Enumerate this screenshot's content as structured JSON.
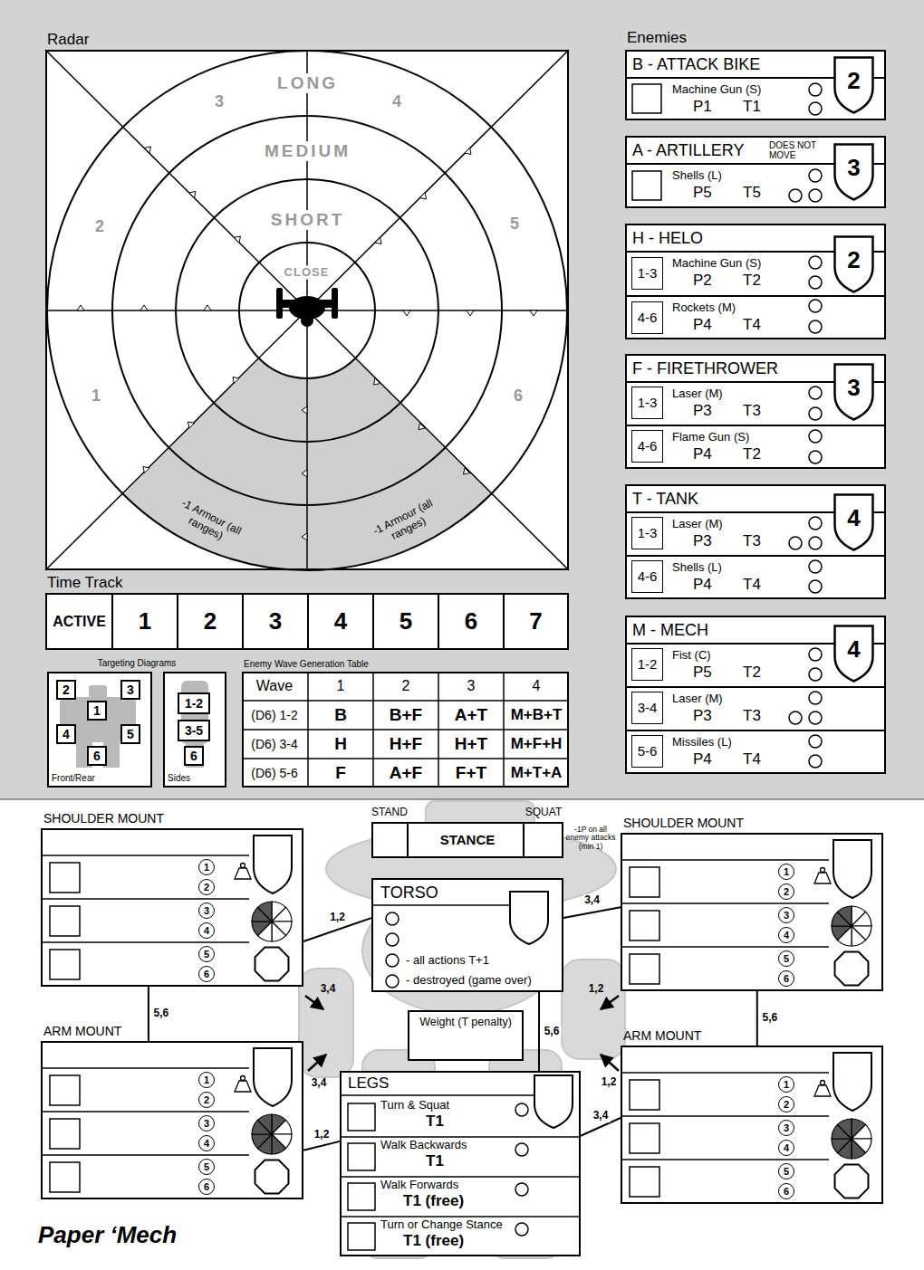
{
  "diagram": {
    "title": "Paper ‘Mech",
    "nodes": [
      {
        "text": [
          "Radar"
        ]
      },
      {
        "text": [
          "Time Track"
        ]
      },
      {
        "text": [
          "ACTIVE"
        ],
        "in": 1
      },
      {
        "text": [
          "1"
        ],
        "in": 1
      },
      {
        "text": [
          "2"
        ],
        "in": 1
      },
      {
        "text": [
          "3"
        ],
        "in": 1
      },
      {
        "text": [
          "4"
        ],
        "in": 1
      },
      {
        "text": [
          "5"
        ],
        "in": 1
      },
      {
        "text": [
          "6"
        ],
        "in": 1
      },
      {
        "text": [
          "7"
        ],
        "in": 1
      },
      {
        "text": [
          "Front/Rear"
        ]
      },
      {
        "text": [
          "2"
        ],
        "in": 10
      },
      {
        "text": [
          "3"
        ],
        "in": 10
      },
      {
        "text": [
          "1"
        ],
        "in": 10
      },
      {
        "text": [
          "4"
        ],
        "in": 10
      },
      {
        "text": [
          "5"
        ],
        "in": 10
      },
      {
        "text": [
          "6"
        ],
        "in": 10
      },
      {
        "text": [
          "Sides"
        ]
      },
      {
        "text": [
          "1-2"
        ],
        "in": 17
      },
      {
        "text": [
          "3-5"
        ],
        "in": 17
      },
      {
        "text": [
          "6"
        ],
        "in": 17
      },
      {
        "text": [
          "Enemy Wave Generation Table"
        ]
      },
      {
        "text": [
          "B - ATTACK BIKE"
        ]
      },
      {
        "text": [
          "2"
        ],
        "in": 22
      },
      {
        "text": [
          "Machine Gun (S)",
          "P1",
          "T1"
        ],
        "in": 22
      },
      {
        "text": [
          "A - ARTILLERY",
          "DOES NOT MOVE"
        ]
      },
      {
        "text": [
          "3"
        ],
        "in": 25
      },
      {
        "text": [
          "Shells (L)",
          "P5",
          "T5"
        ],
        "in": 25
      },
      {
        "text": [
          "H - HELO"
        ]
      },
      {
        "text": [
          "2"
        ],
        "in": 28
      },
      {
        "text": [
          "Machine Gun (S)",
          "P2",
          "T2"
        ],
        "in": 28
      },
      {
        "text": [
          "1-3"
        ],
        "in": 30
      },
      {
        "text": [
          "Rockets (M)",
          "P4",
          "T4"
        ],
        "in": 28
      },
      {
        "text": [
          "4-6"
        ],
        "in": 32
      },
      {
        "text": [
          "F - FIRETHROWER"
        ]
      },
      {
        "text": [
          "3"
        ],
        "in": 34
      },
      {
        "text": [
          "Laser (M)",
          "P3",
          "T3"
        ],
        "in": 34
      },
      {
        "text": [
          "1-3"
        ],
        "in": 36
      },
      {
        "text": [
          "Flame Gun (S)",
          "P4",
          "T2"
        ],
        "in": 34
      },
      {
        "text": [
          "4-6"
        ],
        "in": 38
      },
      {
        "text": [
          "T - TANK"
        ]
      },
      {
        "text": [
          "4"
        ],
        "in": 40
      },
      {
        "text": [
          "Laser (M)",
          "P3",
          "T3"
        ],
        "in": 40
      },
      {
        "text": [
          "1-3"
        ],
        "in": 42
      },
      {
        "text": [
          "Shells (L)",
          "P4",
          "T4"
        ],
        "in": 40
      },
      {
        "text": [
          "4-6"
        ],
        "in": 44
      },
      {
        "text": [
          "M - MECH"
        ]
      },
      {
        "text": [
          "4"
        ],
        "in": 46
      },
      {
        "text": [
          "Fist (C)",
          "P5",
          "T2"
        ],
        "in": 46
      },
      {
        "text": [
          "1-2"
        ],
        "in": 48
      },
      {
        "text": [
          "Laser (M)",
          "P3",
          "T3"
        ],
        "in": 46
      },
      {
        "text": [
          "3-4"
        ],
        "in": 50
      },
      {
        "text": [
          "Missiles (L)",
          "P4",
          "T4"
        ],
        "in": 46
      },
      {
        "text": [
          "5-6"
        ],
        "in": 52
      },
      {
        "text": [
          "STANCE"
        ]
      },
      {
        "text": [
          "TORSO",
          "- all actions T+1",
          "- destroyed (game over)"
        ]
      },
      {
        "text": [
          "Weight (T penalty)"
        ]
      },
      {
        "text": [
          "LEGS"
        ]
      },
      {
        "text": [
          "Turn & Squat",
          "T1"
        ],
        "in": 57
      },
      {
        "text": [
          "Walk Backwards",
          "T1"
        ],
        "in": 57
      },
      {
        "text": [
          "Walk Forwards",
          "T1 (free)"
        ],
        "in": 57
      },
      {
        "text": [
          "Turn or Change Stance",
          "T1 (free)"
        ],
        "in": 57
      },
      {
        "text": [
          "SHOULDER MOUNT"
        ]
      },
      {
        "text": [
          "1"
        ],
        "in": 62
      },
      {
        "text": [
          "2"
        ],
        "in": 62
      },
      {
        "text": [
          "3"
        ],
        "in": 62
      },
      {
        "text": [
          "4"
        ],
        "in": 62
      },
      {
        "text": [
          "5"
        ],
        "in": 62
      },
      {
        "text": [
          "6"
        ],
        "in": 62
      },
      {
        "text": [
          "SHOULDER MOUNT"
        ]
      },
      {
        "text": [
          "1"
        ],
        "in": 69
      },
      {
        "text": [
          "2"
        ],
        "in": 69
      },
      {
        "text": [
          "3"
        ],
        "in": 69
      },
      {
        "text": [
          "4"
        ],
        "in": 69
      },
      {
        "text": [
          "5"
        ],
        "in": 69
      },
      {
        "text": [
          "6"
        ],
        "in": 69
      },
      {
        "text": [
          "ARM MOUNT"
        ]
      },
      {
        "text": [
          "1"
        ],
        "in": 76
      },
      {
        "text": [
          "2"
        ],
        "in": 76
      },
      {
        "text": [
          "3"
        ],
        "in": 76
      },
      {
        "text": [
          "4"
        ],
        "in": 76
      },
      {
        "text": [
          "5"
        ],
        "in": 76
      },
      {
        "text": [
          "6"
        ],
        "in": 76
      },
      {
        "text": [
          "ARM MOUNT"
        ]
      },
      {
        "text": [
          "1"
        ],
        "in": 83
      },
      {
        "text": [
          "2"
        ],
        "in": 83
      },
      {
        "text": [
          "3"
        ],
        "in": 83
      },
      {
        "text": [
          "4"
        ],
        "in": 83
      },
      {
        "text": [
          "5"
        ],
        "in": 83
      },
      {
        "text": [
          "6"
        ],
        "in": 83
      }
    ],
    "edges": [
      {
        "from": 62,
        "to": 55,
        "label": "1,2",
        "arrow": "none"
      },
      {
        "from": 69,
        "to": 55,
        "label": "3,4",
        "arrow": "none"
      },
      {
        "from": 62,
        "to": 76,
        "label": "5,6",
        "arrow": "none"
      },
      {
        "from": 69,
        "to": 83,
        "label": "5,6",
        "arrow": "none"
      },
      {
        "from": 55,
        "to": 57,
        "label": "5,6",
        "arrow": "none"
      },
      {
        "from": 76,
        "to": 57,
        "label": "1,2",
        "arrow": "none"
      },
      {
        "from": 83,
        "to": 57,
        "label": "3,4",
        "arrow": "none"
      }
    ],
    "labels": [
      "LONG",
      "MEDIUM",
      "SHORT",
      "CLOSE",
      "3",
      "4",
      "2",
      "5",
      "1",
      "6",
      "-1 Armour (all ranges)",
      "-1 Armour (all ranges)",
      "Enemies",
      "Targeting Diagrams",
      "Wave",
      "1",
      "2",
      "3",
      "4",
      "(D6) 1-2",
      "B",
      "B+F",
      "A+T",
      "M+B+T",
      "(D6) 3-4",
      "H",
      "H+F",
      "H+T",
      "M+F+H",
      "(D6) 5-6",
      "F",
      "A+F",
      "F+T",
      "M+T+A",
      "STAND",
      "SQUAT",
      "-1P on all enemy attacks (min 1)",
      "3,4",
      "1,2",
      "3,4",
      "1,2"
    ]
  }
}
